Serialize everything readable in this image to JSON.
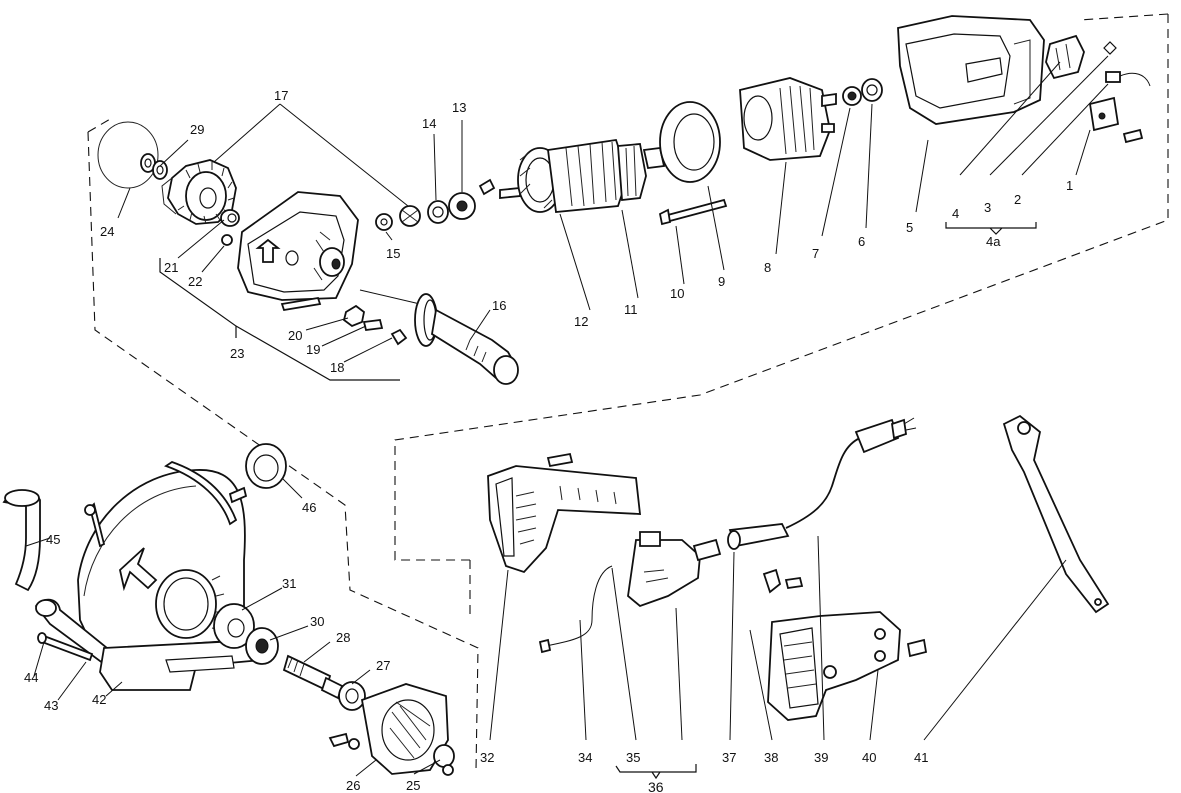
{
  "diagram": {
    "labels": {
      "p1": "1",
      "p2": "2",
      "p3": "3",
      "p4": "4",
      "p4a": "4a",
      "p5": "5",
      "p6": "6",
      "p7": "7",
      "p8": "8",
      "p9": "9",
      "p10": "10",
      "p11": "11",
      "p12": "12",
      "p13": "13",
      "p14": "14",
      "p15": "15",
      "p16": "16",
      "p17": "17",
      "p18": "18",
      "p19": "19",
      "p20": "20",
      "p21": "21",
      "p22": "22",
      "p23": "23",
      "p24": "24",
      "p25": "25",
      "p26": "26",
      "p27": "27",
      "p28": "28",
      "p29": "29",
      "p30": "30",
      "p31": "31",
      "p32": "32",
      "p34": "34",
      "p35": "35",
      "p36": "36",
      "p37": "37",
      "p38": "38",
      "p39": "39",
      "p40": "40",
      "p41": "41",
      "p42": "42",
      "p43": "43",
      "p44": "44",
      "p45": "45",
      "p46": "46"
    }
  }
}
